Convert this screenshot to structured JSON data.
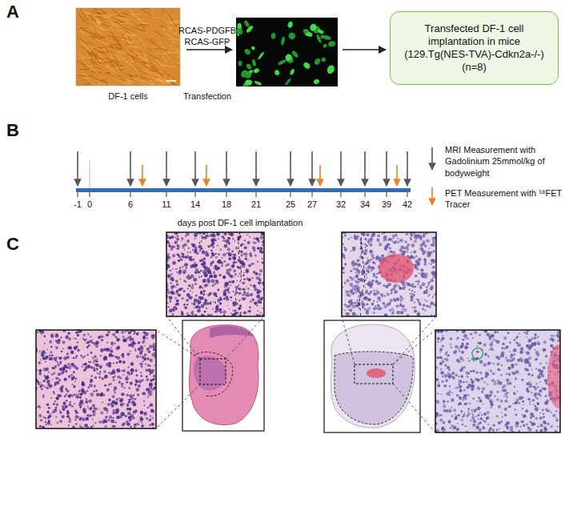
{
  "diagram": {
    "nodes": [
      {
        "text": [
          "Transfected DF-1 cell implantation in mice (129.Tg(NES-TVA)-Cdkn2a-/-) (n=8)"
        ]
      }
    ],
    "labels": [
      "A",
      "RCAS-PDGFB",
      "RCAS-GFP",
      "DF-1 cells",
      "Transfection",
      "B",
      "-1",
      "0",
      "6",
      "11",
      "14",
      "18",
      "21",
      "25",
      "27",
      "32",
      "34",
      "39",
      "42",
      "days post DF-1 cell implantation",
      "C"
    ],
    "legend": [
      {
        "text": "MRI Measurement with Gadolinium 25mmol/kg of bodyweight"
      },
      {
        "text": "PET Measurement with ¹⁸FET Tracer"
      }
    ]
  }
}
